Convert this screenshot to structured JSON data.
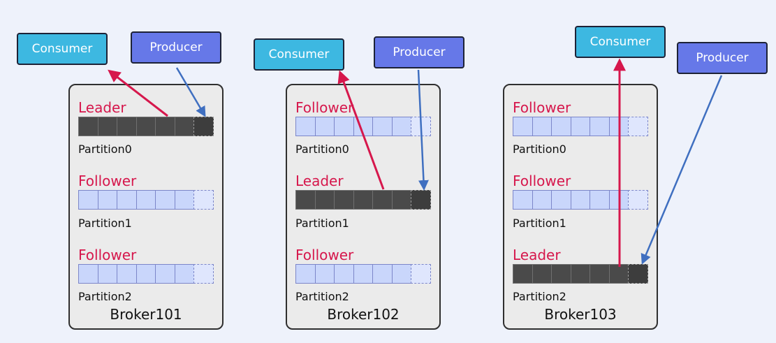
{
  "brokers": [
    {
      "name": "Broker101",
      "partitions": [
        {
          "role": "Leader",
          "label": "Partition0",
          "is_leader": true
        },
        {
          "role": "Follower",
          "label": "Partition1",
          "is_leader": false
        },
        {
          "role": "Follower",
          "label": "Partition2",
          "is_leader": false
        }
      ],
      "consumer_label": "Consumer",
      "producer_label": "Producer"
    },
    {
      "name": "Broker102",
      "partitions": [
        {
          "role": "Follower",
          "label": "Partition0",
          "is_leader": false
        },
        {
          "role": "Leader",
          "label": "Partition1",
          "is_leader": true
        },
        {
          "role": "Follower",
          "label": "Partition2",
          "is_leader": false
        }
      ],
      "consumer_label": "Consumer",
      "producer_label": "Producer"
    },
    {
      "name": "Broker103",
      "partitions": [
        {
          "role": "Follower",
          "label": "Partition0",
          "is_leader": false
        },
        {
          "role": "Follower",
          "label": "Partition1",
          "is_leader": false
        },
        {
          "role": "Leader",
          "label": "Partition2",
          "is_leader": true
        }
      ],
      "consumer_label": "Consumer",
      "producer_label": "Producer"
    }
  ],
  "colors": {
    "role_text": "#d6174c",
    "consumer_bg": "#3db8e1",
    "producer_bg": "#6678e8",
    "consumer_arrow": "#d6174c",
    "producer_arrow": "#3f6fc0",
    "leader_log": "#4a4a4a",
    "follower_log": "#c9d6fb"
  }
}
